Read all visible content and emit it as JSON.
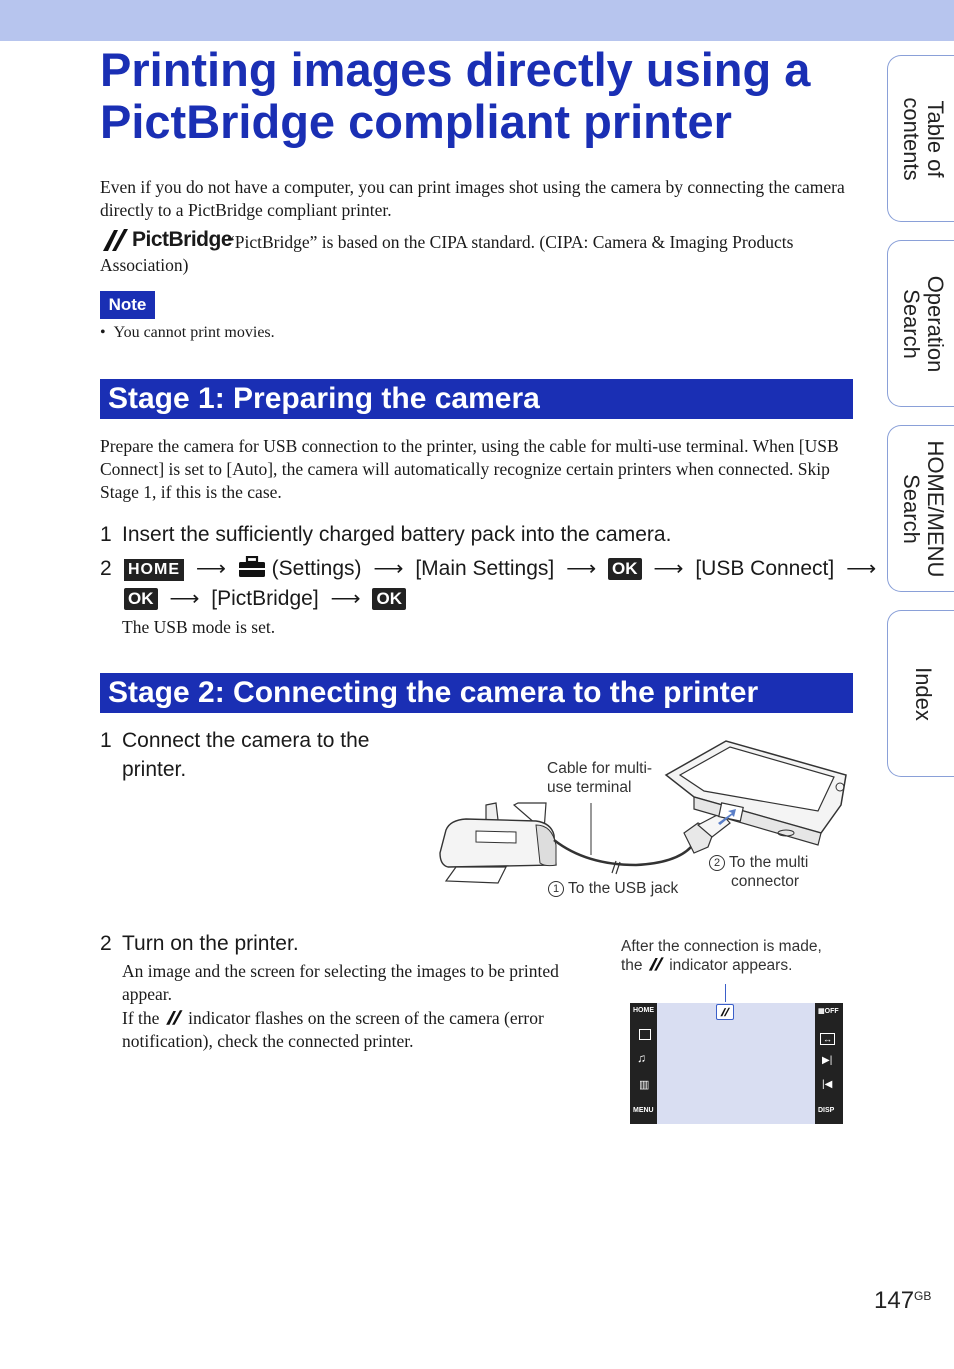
{
  "header": {
    "title": "Printing images directly using a PictBridge compliant printer"
  },
  "intro": {
    "text": "Even if you do not have a computer, you can print images shot using the camera by connecting the camera directly to a PictBridge compliant printer.",
    "logo_text": "PictBridge",
    "pictbridge_note": "“PictBridge” is based on the CIPA standard. (CIPA: Camera & Imaging Products Association)"
  },
  "note": {
    "label": "Note",
    "items": [
      "You cannot print movies."
    ]
  },
  "stage1": {
    "heading": "Stage 1: Preparing the camera",
    "description": "Prepare the camera for USB connection to the printer, using the cable for multi-use terminal. When [USB Connect] is set to [Auto], the camera will automatically recognize certain printers when connected. Skip Stage 1, if this is the case.",
    "step1": {
      "number": "1",
      "text": "Insert the sufficiently charged battery pack into the camera."
    },
    "step2": {
      "number": "2",
      "home_label": "HOME",
      "settings_label": "(Settings)",
      "main_settings": "[Main Settings]",
      "ok_label": "OK",
      "usb_connect": "[USB Connect]",
      "pictbridge": "[PictBridge]",
      "result": "The USB mode is set."
    }
  },
  "stage2": {
    "heading": "Stage 2: Connecting the camera to the printer",
    "step1": {
      "number": "1",
      "line1": "Connect the camera to the",
      "line2": "printer."
    },
    "diagram": {
      "cable_label_1": "Cable for multi-",
      "cable_label_2": "use terminal",
      "callout1_num": "1",
      "callout1_text": "To the USB jack",
      "callout2_num": "2",
      "callout2_line1": "To the multi",
      "callout2_line2": "connector"
    },
    "step2": {
      "number": "2",
      "text": "Turn on the printer.",
      "desc1": "An image and the screen for selecting the images to be printed appear.",
      "desc2_pre": "If the",
      "desc2_post": "indicator flashes on the screen of the camera (error notification), check the connected printer."
    },
    "screen": {
      "caption_1": "After the connection is made,",
      "caption_2_pre": "the",
      "caption_2_post": "indicator appears.",
      "left_icons": [
        "HOME",
        "MENU"
      ],
      "right_icons": [
        "OFF",
        "DISP"
      ]
    }
  },
  "side_tabs": [
    {
      "label_1": "Table of",
      "label_2": "contents"
    },
    {
      "label_1": "Operation",
      "label_2": "Search"
    },
    {
      "label_1": "HOME/MENU",
      "label_2": "Search"
    },
    {
      "label_1": "Index",
      "label_2": ""
    }
  ],
  "footer": {
    "page_number": "147",
    "suffix": "GB"
  },
  "colors": {
    "accent": "#1a2fb4",
    "topbar": "#b7c5ee",
    "tab_border": "#8aa0d8"
  }
}
